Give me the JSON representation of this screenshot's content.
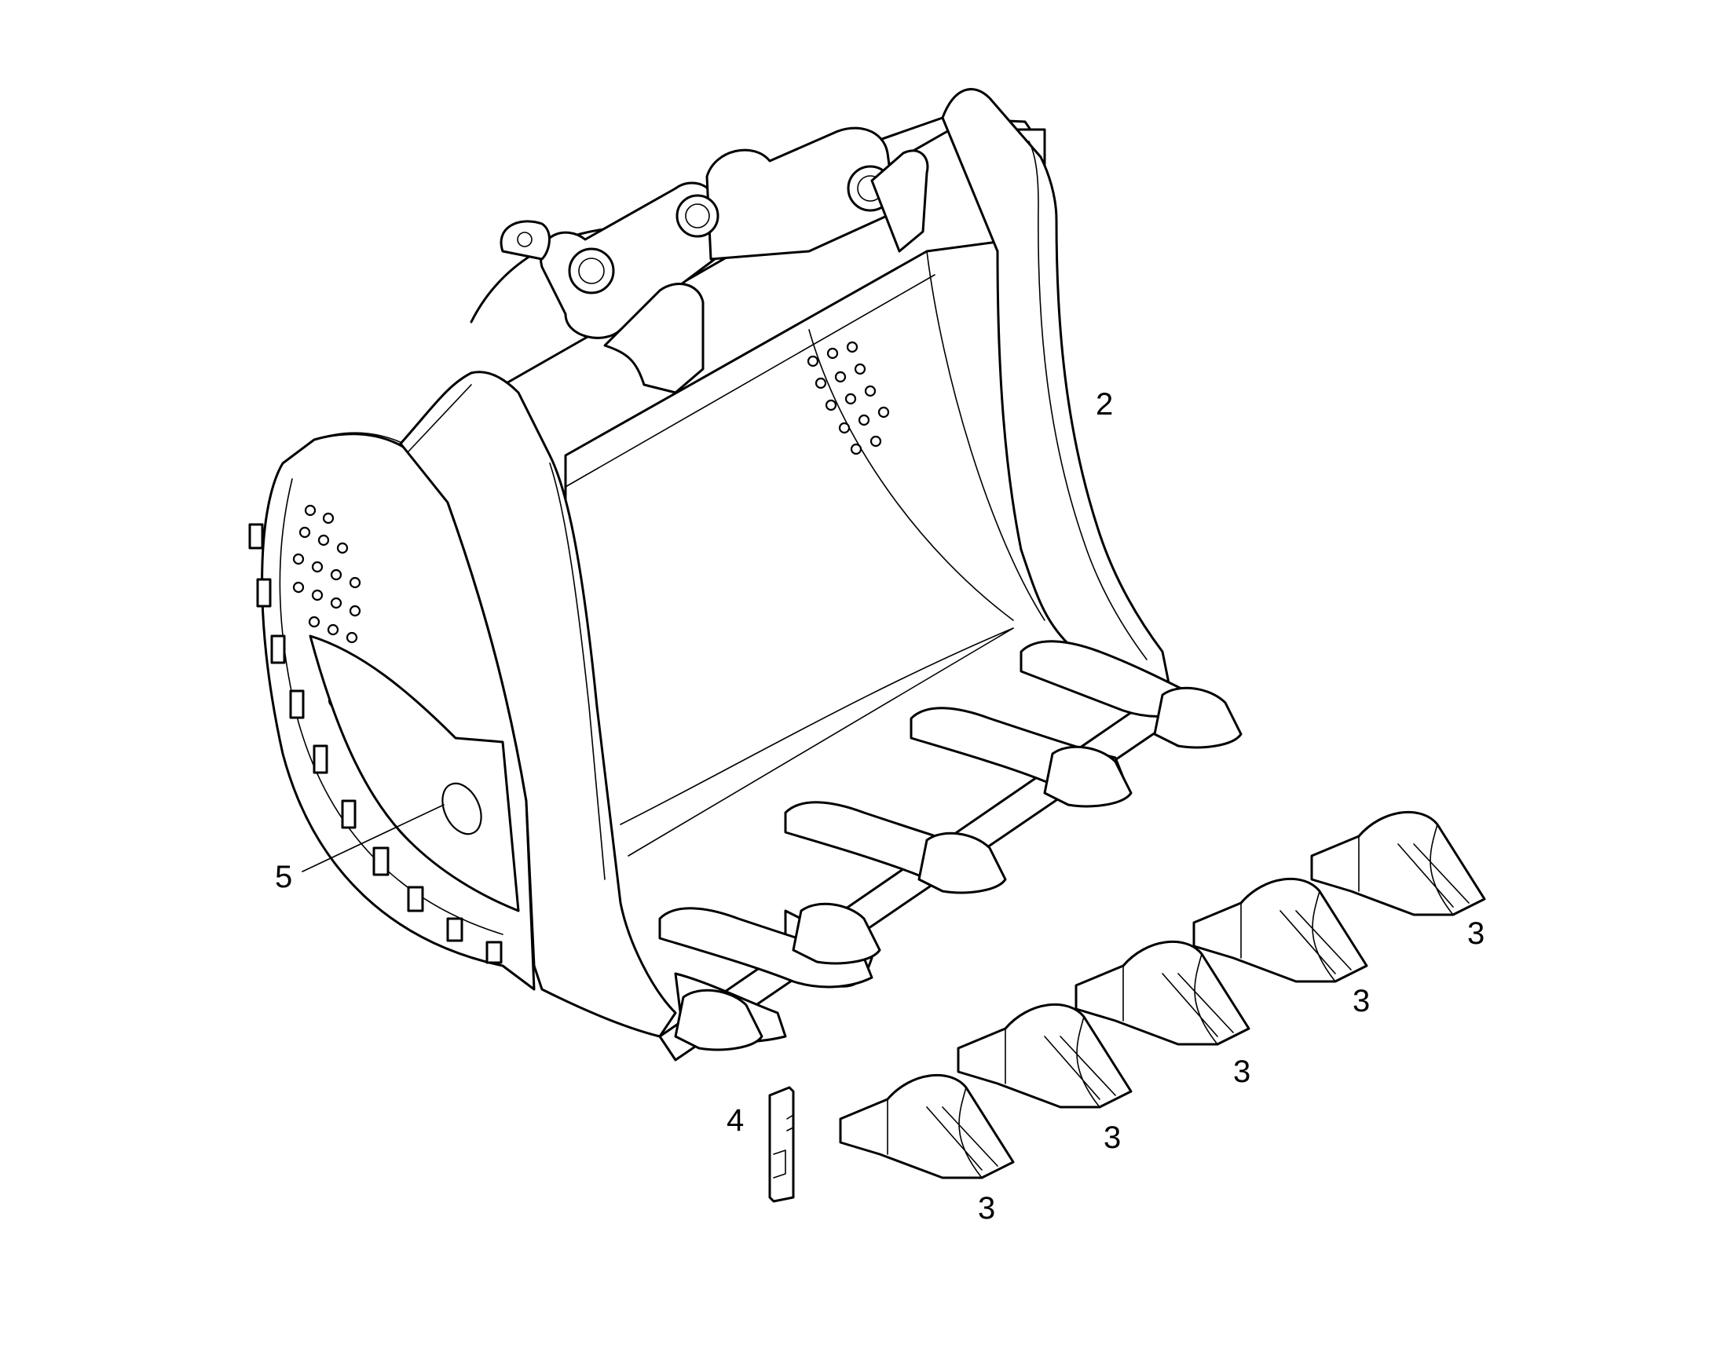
{
  "callouts": {
    "bucket": "2",
    "tooth_1": "3",
    "tooth_2": "3",
    "tooth_3": "3",
    "tooth_4": "3",
    "tooth_5": "3",
    "pin": "4",
    "side_cutter": "5"
  }
}
